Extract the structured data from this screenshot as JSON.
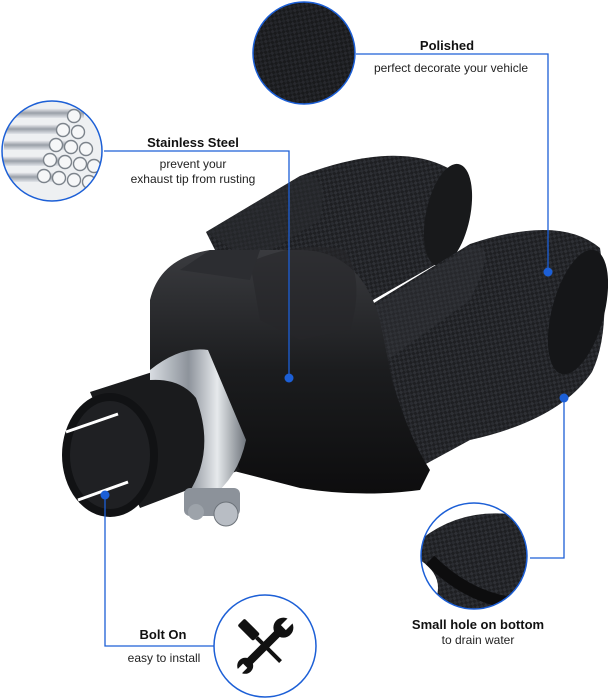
{
  "callouts": {
    "polished": {
      "title": "Polished",
      "desc": "perfect decorate your vehicle"
    },
    "stainless": {
      "title": "Stainless Steel",
      "desc_line1": "prevent your",
      "desc_line2": "exhaust tip from rusting"
    },
    "bolt_on": {
      "title": "Bolt On",
      "desc": "easy to install"
    },
    "small_hole": {
      "title": "Small hole on bottom",
      "desc": "to drain water"
    }
  },
  "colors": {
    "accent": "#1c5fd6",
    "product": "#1b1b1d",
    "steel": "#b9bec6"
  },
  "icons": [
    "carbon-fiber-texture-icon",
    "steel-pipes-icon",
    "wrench-screwdriver-icon",
    "drain-hole-detail-icon"
  ]
}
